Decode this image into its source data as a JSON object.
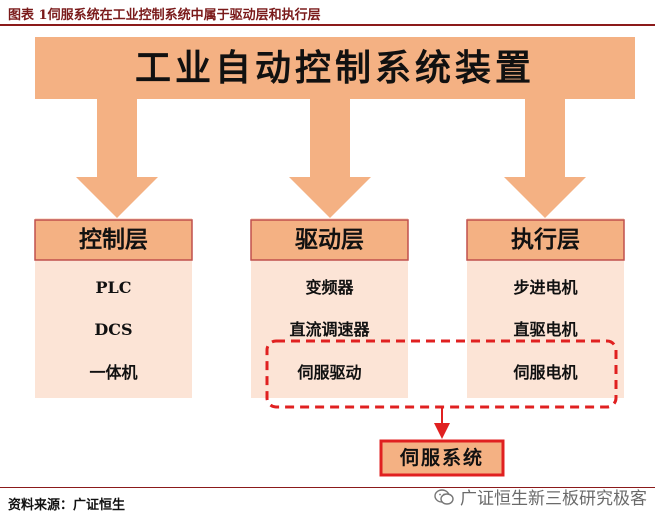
{
  "caption": "图表 1伺服系统在工业控制系统中属于驱动层和执行层",
  "top_box": "工业自动控制系统装置",
  "layers": [
    {
      "title": "控制层",
      "items": [
        "PLC",
        "DCS",
        "一体机"
      ]
    },
    {
      "title": "驱动层",
      "items": [
        "变频器",
        "直流调速器",
        "伺服驱动"
      ]
    },
    {
      "title": "执行层",
      "items": [
        "步进电机",
        "直驱电机",
        "伺服电机"
      ]
    }
  ],
  "servo_box": "伺服系统",
  "source": "资料来源：广证恒生",
  "watermark": "广证恒生新三板研究极客",
  "colors": {
    "fill": "#f4b183",
    "border": "#c0504d",
    "dashed_red": "#e02020",
    "rule": "#8b1a1a"
  }
}
